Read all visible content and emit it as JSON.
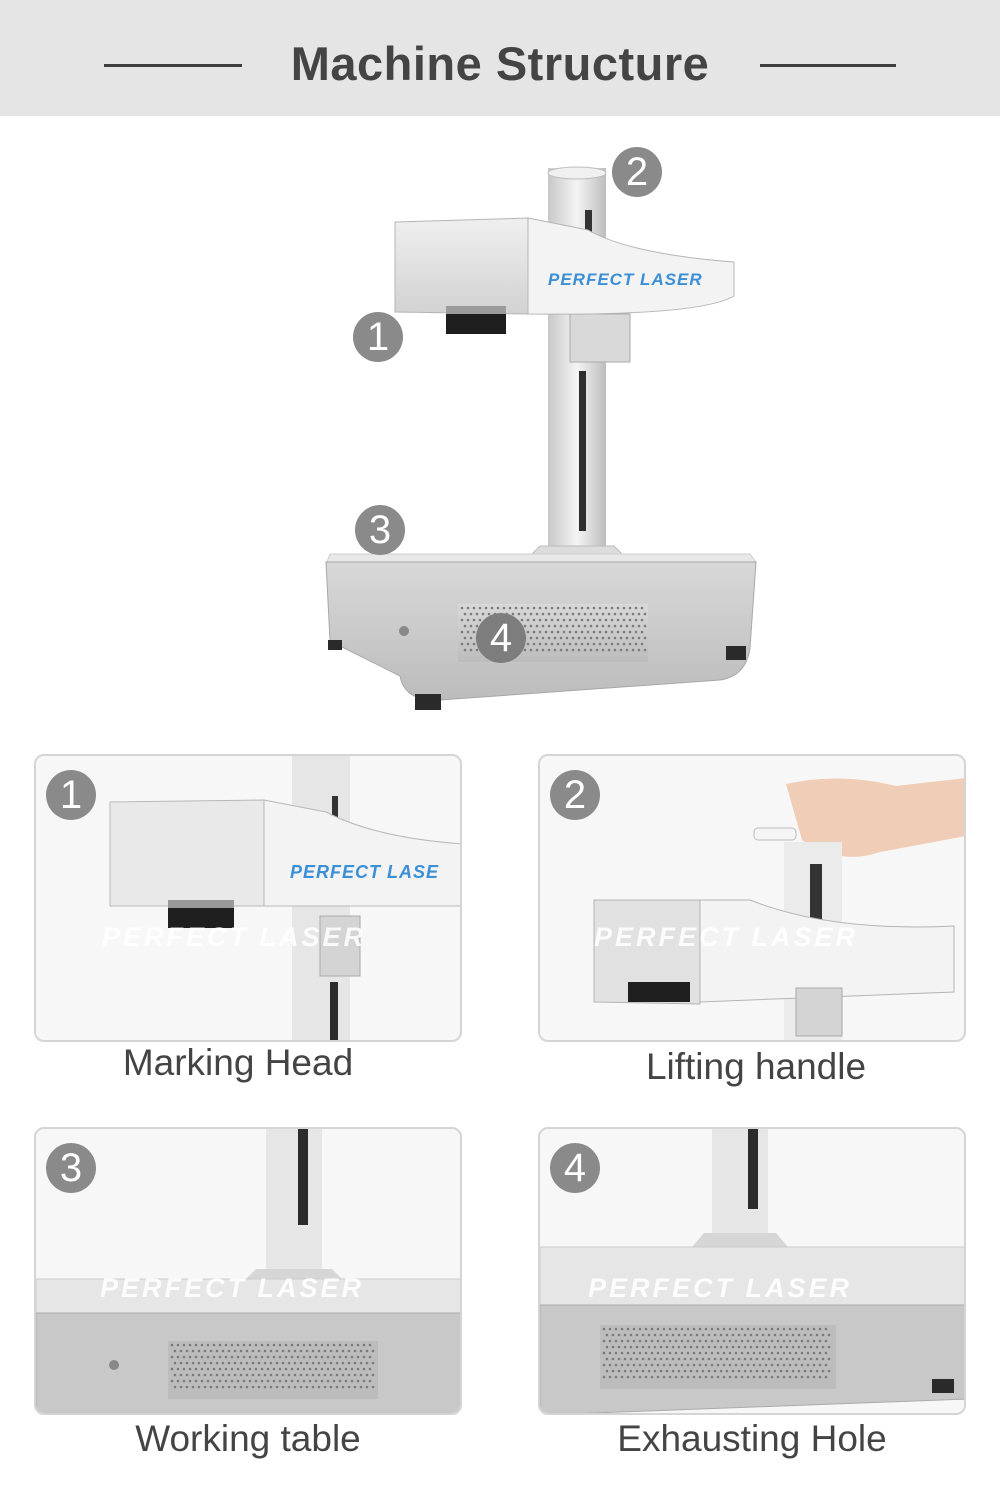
{
  "header": {
    "title": "Machine Structure"
  },
  "hero": {
    "brand": "PERFECT LASER",
    "markers": [
      "1",
      "2",
      "3",
      "4"
    ]
  },
  "cards": [
    {
      "number": "1",
      "caption": "Marking Head",
      "brand": "PERFECT LASE"
    },
    {
      "number": "2",
      "caption": "Lifting handle"
    },
    {
      "number": "3",
      "caption": "Working table"
    },
    {
      "number": "4",
      "caption": "Exhausting Hole"
    }
  ],
  "watermark": "PERFECT LASER",
  "colors": {
    "header_bg": "#e5e5e5",
    "marker": "#8a8a8a",
    "brand_blue": "#3a8fd6",
    "text": "#444444"
  }
}
